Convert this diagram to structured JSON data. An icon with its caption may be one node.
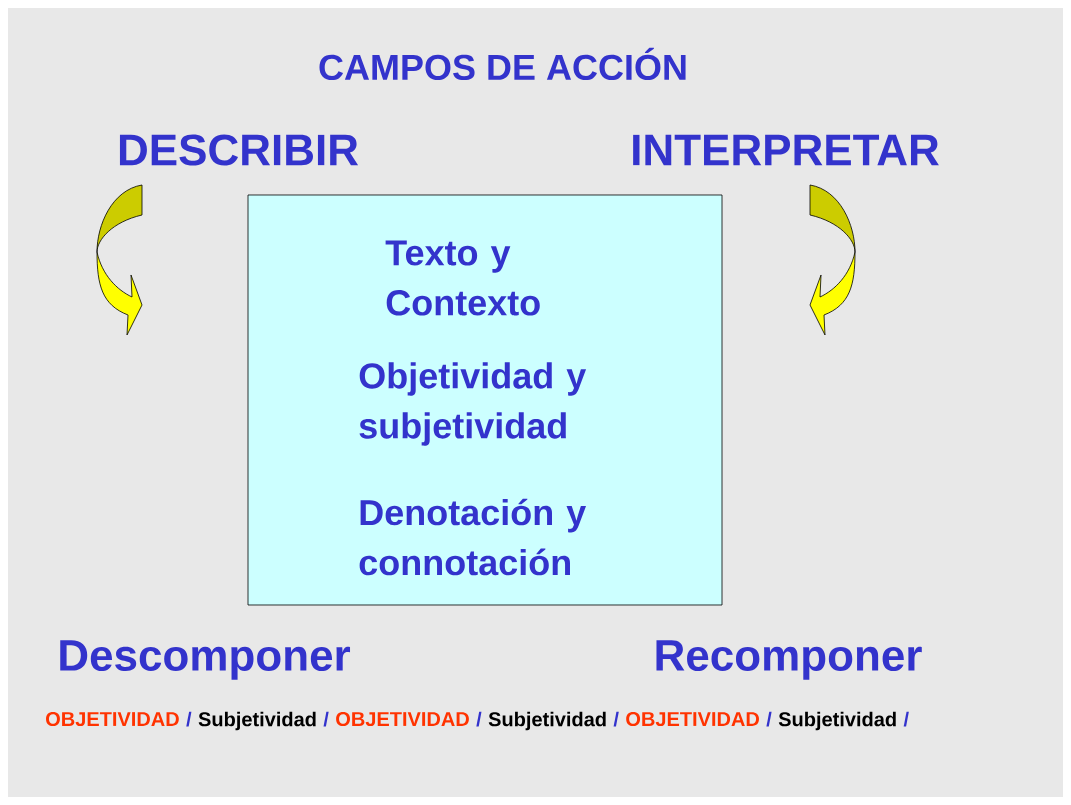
{
  "diagram": {
    "title": "CAMPOS DE ACCIÓN",
    "nodes": [
      {
        "text": [
          "DESCRIBIR"
        ]
      },
      {
        "text": [
          "INTERPRETAR"
        ]
      },
      {
        "text": [
          "Texto y Contexto",
          "Objetividad y subjetividad",
          "Denotación y connotación"
        ]
      },
      {
        "text": [
          "Descomponer"
        ]
      },
      {
        "text": [
          "Recomponer"
        ]
      }
    ],
    "edges": [],
    "labels": [
      "OBJETIVIDAD",
      "/",
      "Subjetividad",
      "/",
      "OBJETIVIDAD",
      "/",
      "Subjetividad",
      "/",
      "OBJETIVIDAD",
      "/",
      "Subjetividad",
      "/"
    ]
  }
}
